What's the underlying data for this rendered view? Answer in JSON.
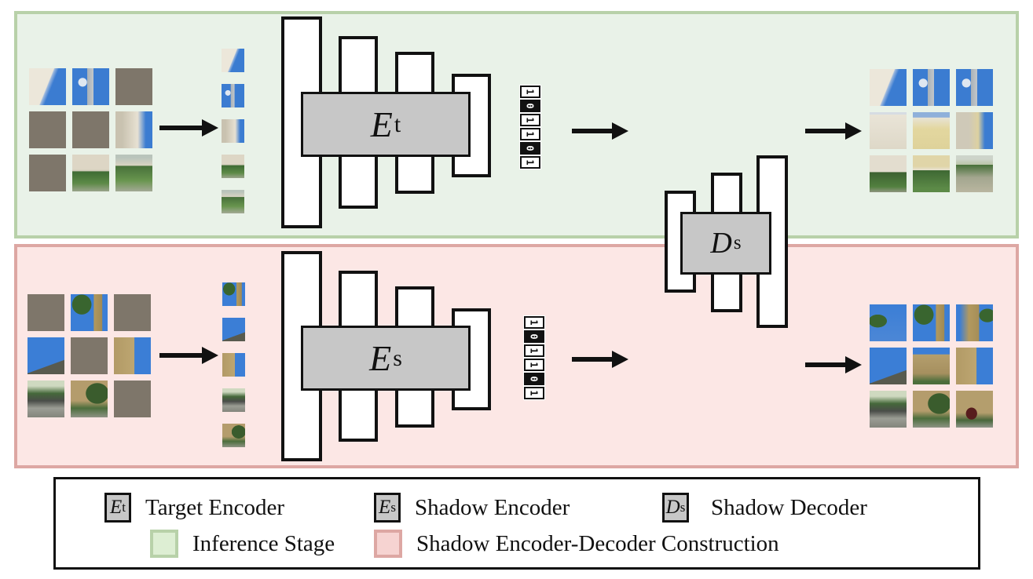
{
  "colors": {
    "inference_fill": "#e9f2e8",
    "inference_border": "#b8d1a9",
    "construction_fill": "#fce7e5",
    "construction_border": "#dda7a3",
    "module_fill": "#c7c7c7",
    "masked_patch": "#7e766a"
  },
  "modules": {
    "target_encoder": {
      "symbol": "E",
      "sub": "t"
    },
    "shadow_encoder": {
      "symbol": "E",
      "sub": "s"
    },
    "shadow_decoder": {
      "symbol": "D",
      "sub": "s"
    }
  },
  "binary": {
    "top": [
      "1",
      "0",
      "1",
      "1",
      "0",
      "1"
    ],
    "bottom": [
      "1",
      "0",
      "1",
      "1",
      "0",
      "1"
    ]
  },
  "grids": {
    "top_masked": [
      [
        "palace-dome",
        "palace-tower-sky",
        "masked"
      ],
      [
        "masked",
        "masked",
        "palace-facade-tower"
      ],
      [
        "masked",
        "palace-court",
        "palace-garden"
      ]
    ],
    "top_tokens": [
      "palace-dome",
      "palace-tower-sky",
      "palace-facade-tower",
      "palace-court",
      "palace-garden"
    ],
    "top_full": [
      [
        "palace-dome",
        "palace-tower-sky",
        "palace-tower-sky"
      ],
      [
        "palace-facade-white",
        "palace-facade-yellow",
        "palace-tower-yellow"
      ],
      [
        "palace-bush",
        "palace-hedge",
        "palace-path"
      ]
    ],
    "bottom_masked": [
      [
        "masked",
        "church-palm-tower",
        "masked"
      ],
      [
        "church-sky-roof",
        "masked",
        "church-stone-tower"
      ],
      [
        "church-car",
        "church-wall-tree",
        "masked"
      ]
    ],
    "bottom_tokens": [
      "church-palm-tower",
      "church-sky-roof",
      "church-stone-tower",
      "church-car",
      "church-wall-tree"
    ],
    "bottom_full": [
      [
        "church-palm-left",
        "church-palm-tower",
        "church-tower-palm"
      ],
      [
        "church-sky-roof",
        "church-nave",
        "church-stone-tower"
      ],
      [
        "church-car",
        "church-wall-tree",
        "church-door"
      ]
    ]
  },
  "legend": {
    "items": [
      {
        "symbol": "E",
        "sub": "t",
        "label": "Target Encoder"
      },
      {
        "symbol": "E",
        "sub": "s",
        "label": "Shadow Encoder"
      },
      {
        "symbol": "D",
        "sub": "s",
        "label": "Shadow Decoder"
      }
    ],
    "stages": [
      {
        "swatch": "green",
        "label": "Inference Stage"
      },
      {
        "swatch": "pink",
        "label": "Shadow Encoder-Decoder Construction"
      }
    ]
  }
}
